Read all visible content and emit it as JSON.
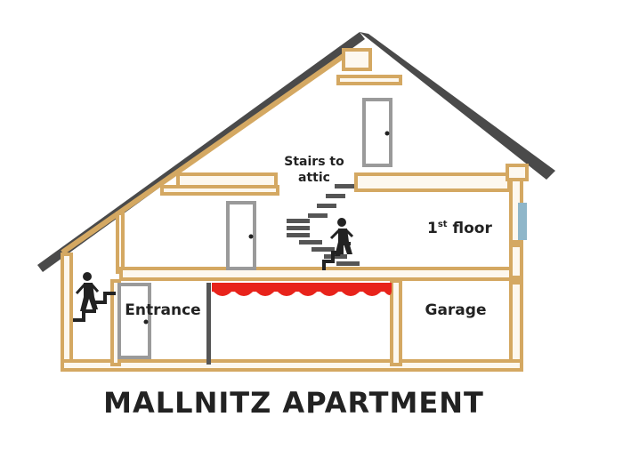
{
  "title": "MALLNITZ APARTMENT",
  "labels": {
    "stairs_to_attic_line1": "Stairs to",
    "stairs_to_attic_line2": "attic",
    "first_floor_main": "1",
    "first_floor_sup": "st",
    "first_floor_rest": " floor",
    "entrance": "Entrance",
    "garage": "Garage"
  },
  "icons": [
    "person-climbing-stairs-icon",
    "staircase-icon",
    "door-icon",
    "awning-icon",
    "window-icon"
  ],
  "colors": {
    "wood": "#d4a862",
    "wood_dark": "#b98f4a",
    "roof": "#4a4a4a",
    "stairs": "#555555",
    "door": "#9a9a9a",
    "awning": "#e8231b",
    "window": "#8fb6c9",
    "text": "#222222"
  }
}
